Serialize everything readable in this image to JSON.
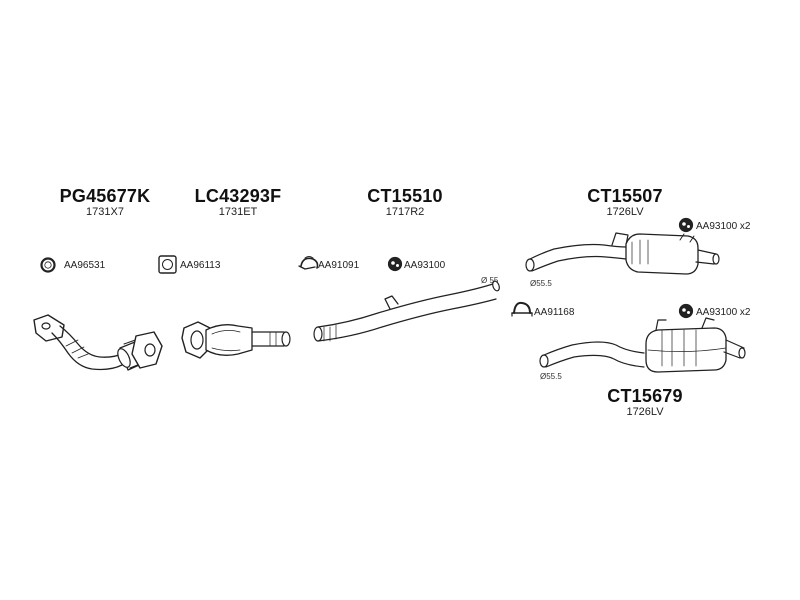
{
  "parts": {
    "catalyst_1": {
      "code": "PG45677K",
      "ref": "1731X7"
    },
    "catalyst_2": {
      "code": "LC43293F",
      "ref": "1731ET"
    },
    "middle_pipe": {
      "code": "CT15510",
      "ref": "1717R2",
      "diameter": "Ø 55"
    },
    "rear_silencer_1": {
      "code": "CT15507",
      "ref": "1726LV",
      "diameter": "Ø55.5"
    },
    "rear_silencer_2": {
      "code": "CT15679",
      "ref": "1726LV",
      "diameter": "Ø55.5"
    }
  },
  "accessories": {
    "ring": "AA96531",
    "gasket": "AA96113",
    "clamp_1": "AA91091",
    "rubber_1": "AA93100",
    "rubber_top": "AA93100 x2",
    "clamp_2": "AA91168",
    "rubber_bottom": "AA93100 x2"
  }
}
